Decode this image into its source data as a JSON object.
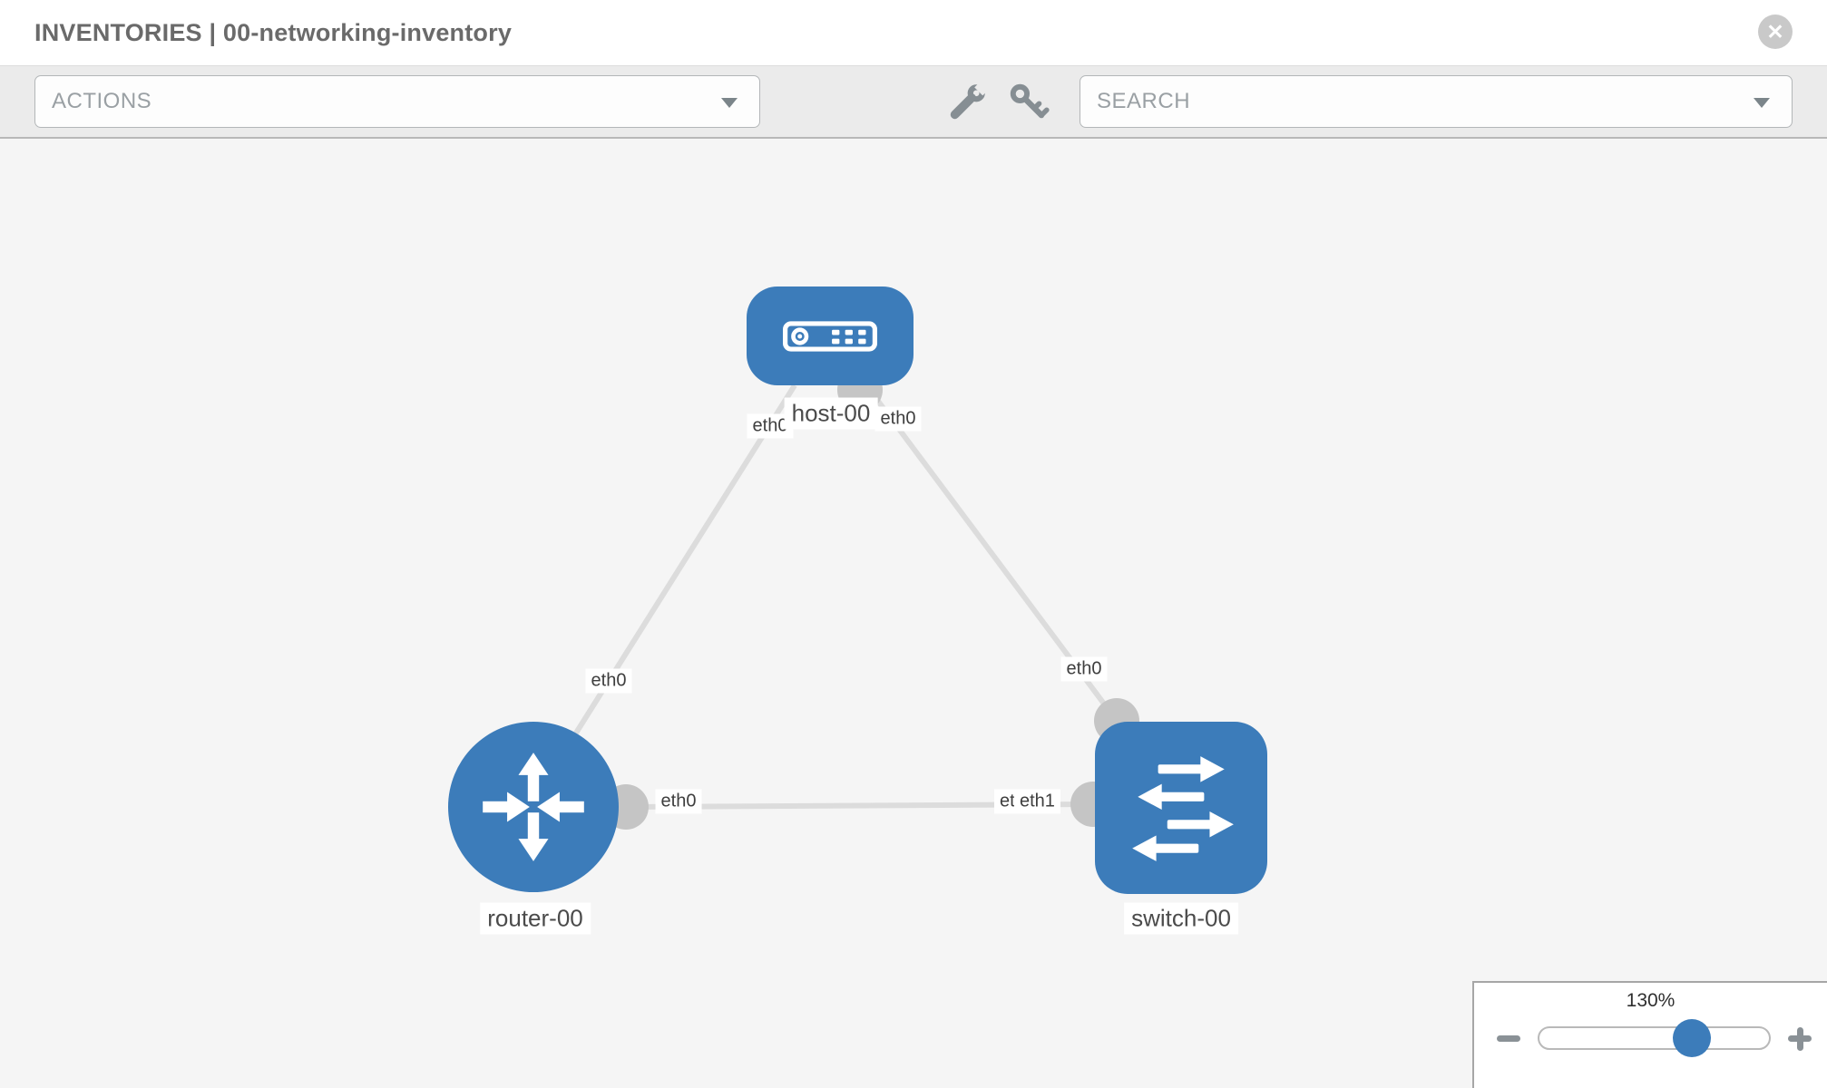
{
  "header": {
    "title": "INVENTORIES | 00-networking-inventory",
    "close_glyph": "✕"
  },
  "toolbar": {
    "actions_label": "ACTIONS",
    "search_placeholder": "SEARCH",
    "icons": [
      "wrench-icon",
      "key-icon"
    ]
  },
  "topology": {
    "nodes": [
      {
        "name": "host-00",
        "type": "host"
      },
      {
        "name": "router-00",
        "type": "router"
      },
      {
        "name": "switch-00",
        "type": "switch"
      }
    ],
    "links": [
      {
        "from": "host-00",
        "to": "router-00"
      },
      {
        "from": "host-00",
        "to": "switch-00"
      },
      {
        "from": "router-00",
        "to": "switch-00"
      }
    ],
    "interface_labels": {
      "host_router_host_end": "eth0",
      "host_router_router_end": "eth0",
      "host_switch_host_end": "eth0",
      "host_switch_switch_end": "eth0",
      "router_switch_router_end": "eth0",
      "router_switch_switch_end_under": "eth0",
      "router_switch_switch_end_over": "eth1"
    }
  },
  "zoom_control": {
    "value": "130%"
  },
  "colors": {
    "node_blue": "#3c7cba",
    "link_gray": "#dcdcdc",
    "connector_gray": "#c5c5c5",
    "toolbar_bg": "#ebebeb",
    "canvas_bg": "#f5f5f5"
  }
}
